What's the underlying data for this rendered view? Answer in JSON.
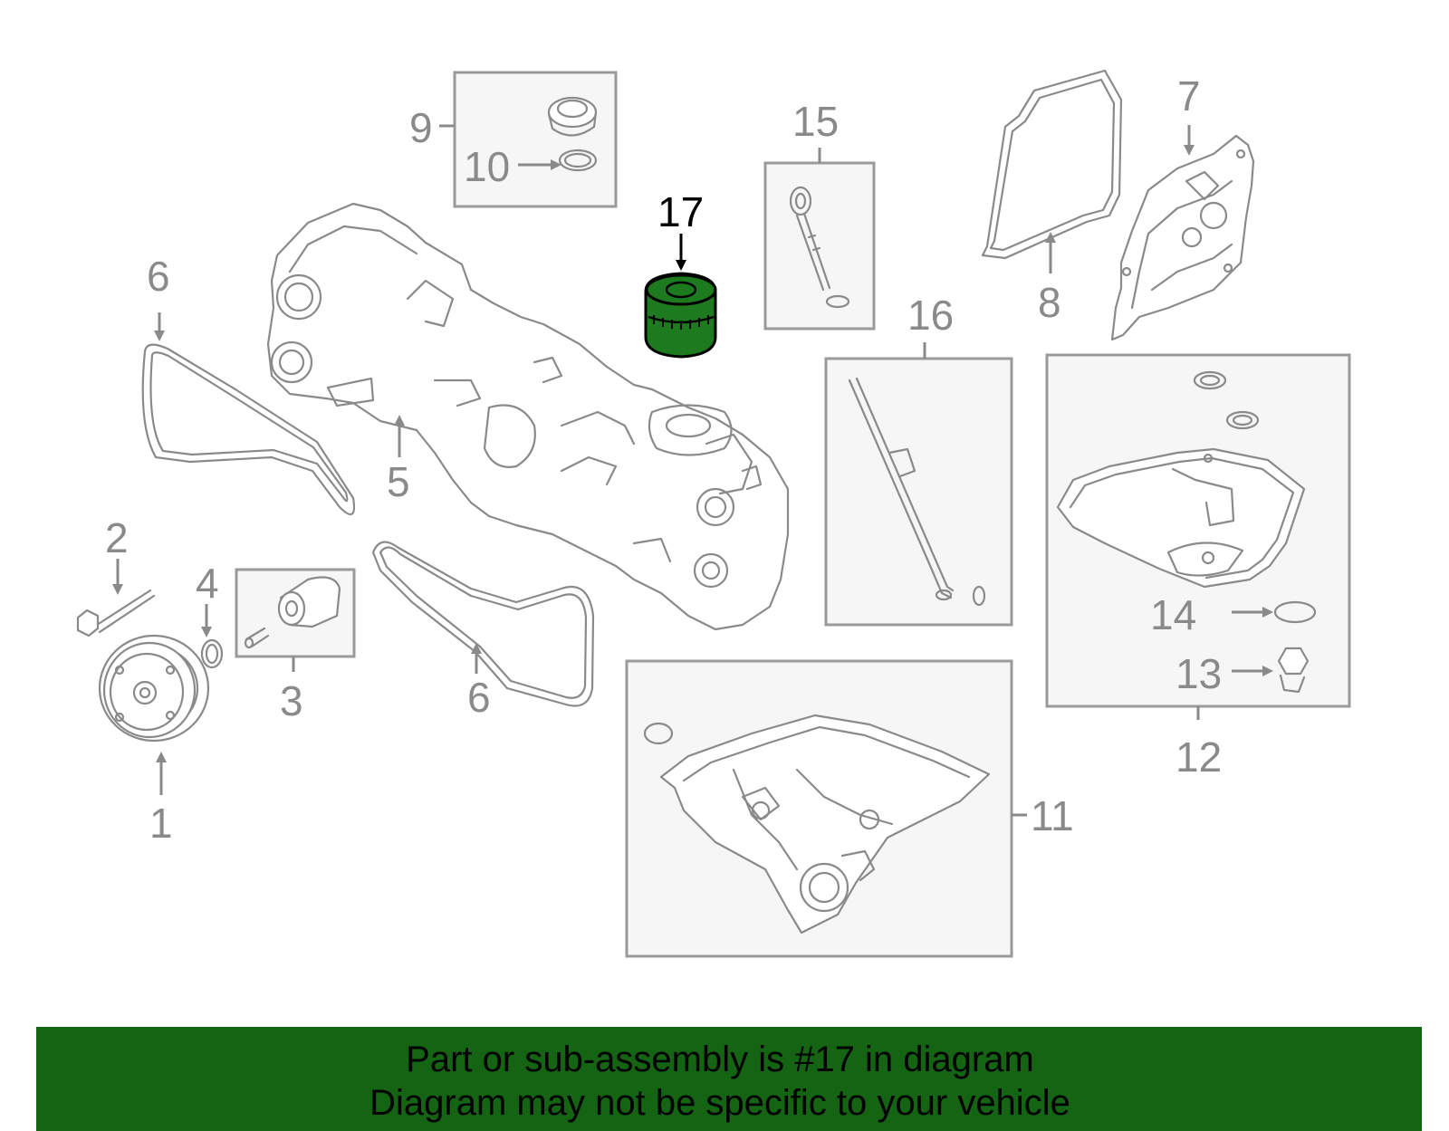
{
  "diagram": {
    "callouts": {
      "c1": "1",
      "c2": "2",
      "c3": "3",
      "c4": "4",
      "c5": "5",
      "c6a": "6",
      "c6b": "6",
      "c7": "7",
      "c8": "8",
      "c9": "9",
      "c10": "10",
      "c11": "11",
      "c12": "12",
      "c13": "13",
      "c14": "14",
      "c15": "15",
      "c16": "16",
      "c17": "17"
    },
    "highlight_part": "17",
    "colors": {
      "highlight": "#1e7a1e",
      "line": "#8a8a8a",
      "box_fill": "#f6f6f6",
      "footer_bg": "#146414"
    }
  },
  "footer": {
    "line1": "Part or sub-assembly is #17 in diagram",
    "line2": "Diagram may not be specific to your vehicle"
  }
}
